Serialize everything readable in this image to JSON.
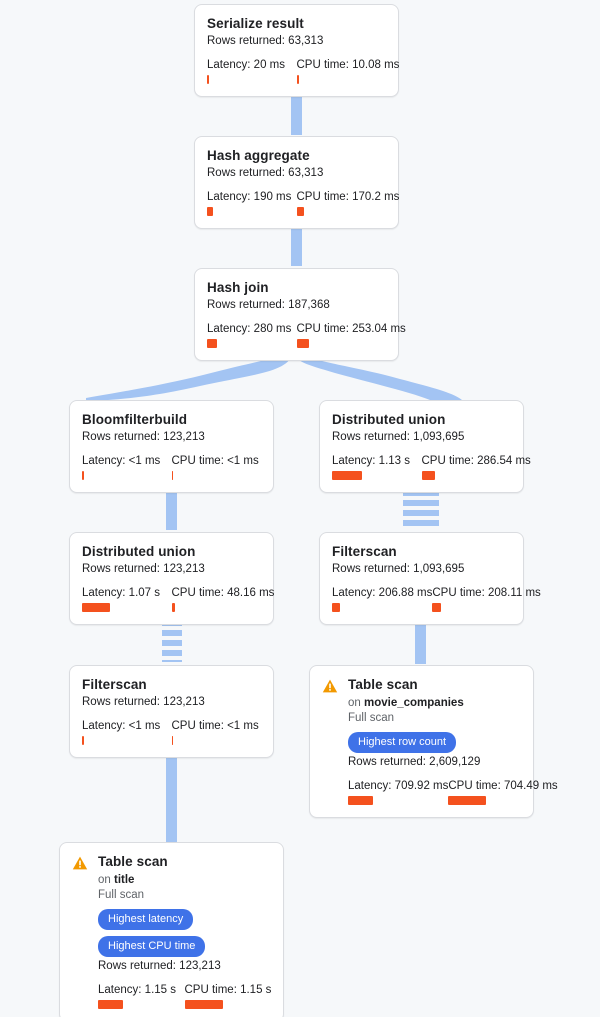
{
  "theme": {
    "background": "#f6f8fa",
    "card_background": "#ffffff",
    "card_border": "#dadce0",
    "edge_color": "#a3c4f3",
    "badge_blue": "#3f72e8",
    "metric_bar": "#f4511e",
    "connector_purple": "#9c27e0",
    "warning_orange": "#f29900"
  },
  "labels": {
    "rows_prefix": "Rows returned: ",
    "latency_prefix": "Latency: ",
    "cpu_prefix": "CPU time: ",
    "on_prefix": "on ",
    "full_scan": "Full scan"
  },
  "icons": {
    "warning": "warning-triangle-icon",
    "connector": "chevron-down-icon"
  },
  "nodes": [
    {
      "id": "serialize-result",
      "title": "Serialize result",
      "rows": "Rows returned: 63,313",
      "latency": "Latency: 20 ms",
      "cpu": "CPU time: 10.08 ms",
      "latency_bar_pct": 2,
      "cpu_bar_pct": 2,
      "warning": false,
      "badges": []
    },
    {
      "id": "hash-aggregate",
      "title": "Hash aggregate",
      "rows": "Rows returned: 63,313",
      "latency": "Latency: 190 ms",
      "cpu": "CPU time: 170.2 ms",
      "latency_bar_pct": 7,
      "cpu_bar_pct": 7,
      "warning": false,
      "badges": []
    },
    {
      "id": "hash-join",
      "title": "Hash join",
      "rows": "Rows returned: 187,368",
      "latency": "Latency: 280 ms",
      "cpu": "CPU time: 253.04 ms",
      "latency_bar_pct": 11,
      "cpu_bar_pct": 11,
      "warning": false,
      "badges": []
    },
    {
      "id": "bloomfilterbuild",
      "title": "Bloomfilterbuild",
      "rows": "Rows returned: 123,213",
      "latency": "Latency: <1 ms",
      "cpu": "CPU time: <1 ms",
      "latency_bar_pct": 2,
      "cpu_bar_pct": 2,
      "warning": false,
      "badges": []
    },
    {
      "id": "distributed-union-right",
      "title": "Distributed union",
      "rows": "Rows returned: 1,093,695",
      "latency": "Latency: 1.13 s",
      "cpu": "CPU time: 286.54 ms",
      "latency_bar_pct": 33,
      "cpu_bar_pct": 12,
      "warning": false,
      "badges": []
    },
    {
      "id": "distributed-union-left",
      "title": "Distributed union",
      "rows": "Rows returned: 123,213",
      "latency": "Latency: 1.07 s",
      "cpu": "CPU time: 48.16 ms",
      "latency_bar_pct": 31,
      "cpu_bar_pct": 3,
      "warning": false,
      "badges": []
    },
    {
      "id": "filterscan-right",
      "title": "Filterscan",
      "rows": "Rows returned: 1,093,695",
      "latency": "Latency: 206.88 ms",
      "cpu": "CPU time: 208.11 ms",
      "latency_bar_pct": 8,
      "cpu_bar_pct": 8,
      "warning": false,
      "badges": []
    },
    {
      "id": "filterscan-left",
      "title": "Filterscan",
      "rows": "Rows returned: 123,213",
      "latency": "Latency: <1 ms",
      "cpu": "CPU time: <1 ms",
      "latency_bar_pct": 2,
      "cpu_bar_pct": 2,
      "warning": false,
      "badges": []
    },
    {
      "id": "table-scan-movie-companies",
      "title": "Table scan",
      "on_table": "movie_companies",
      "scan_type": "Full scan",
      "rows": "Rows returned: 2,609,129",
      "latency": "Latency: 709.92 ms",
      "cpu": "CPU time: 704.49 ms",
      "latency_bar_pct": 25,
      "cpu_bar_pct": 34,
      "warning": true,
      "badges": [
        "Highest row count"
      ]
    },
    {
      "id": "table-scan-title",
      "title": "Table scan",
      "on_table": "title",
      "scan_type": "Full scan",
      "rows": "Rows returned: 123,213",
      "latency": "Latency: 1.15 s",
      "cpu": "CPU time: 1.15 s",
      "latency_bar_pct": 29,
      "cpu_bar_pct": 44,
      "warning": true,
      "badges": [
        "Highest latency",
        "Highest CPU time"
      ]
    }
  ]
}
